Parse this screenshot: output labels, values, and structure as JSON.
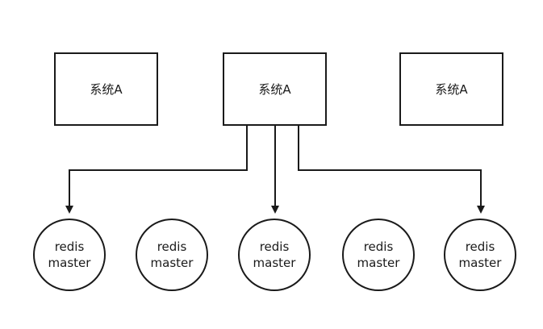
{
  "systems": [
    {
      "label": "系统A"
    },
    {
      "label": "系统A"
    },
    {
      "label": "系统A"
    }
  ],
  "nodes": [
    {
      "line1": "redis",
      "line2": "master"
    },
    {
      "line1": "redis",
      "line2": "master"
    },
    {
      "line1": "redis",
      "line2": "master"
    },
    {
      "line1": "redis",
      "line2": "master"
    },
    {
      "line1": "redis",
      "line2": "master"
    }
  ],
  "colors": {
    "stroke": "#1a1a1a",
    "background": "#ffffff"
  }
}
